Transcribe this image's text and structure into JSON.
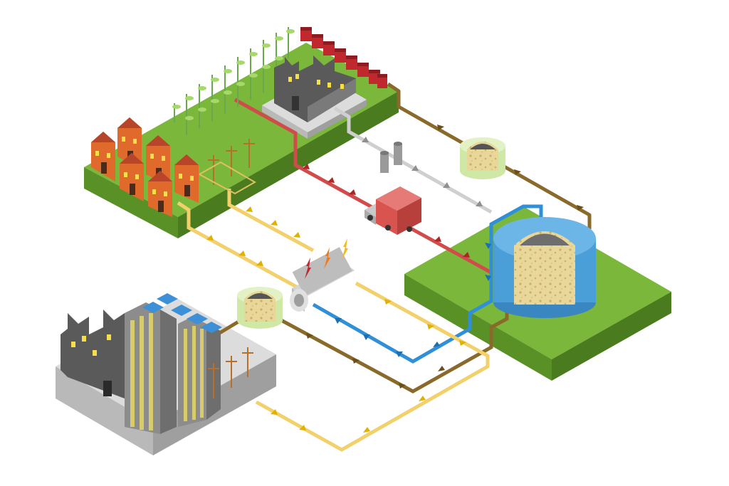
{
  "diagram": {
    "kind": "isometric-biogas-energy-cycle",
    "colors": {
      "background": "#ffffff",
      "grass_top": "#7ab73a",
      "grass_left": "#5a9127",
      "grass_right": "#4a7c1f",
      "concrete_top": "#dcdcdc",
      "concrete_left": "#b9b9b9",
      "concrete_right": "#9f9f9f",
      "house_wall": "#e06a2c",
      "house_roof": "#b7452a",
      "window": "#f6e04a",
      "crop_stem": "#6aa84f",
      "crop_leaf": "#a6d96a",
      "factory_dark": "#5a5a5a",
      "factory_mid": "#7a7a7a",
      "tower_blue": "#3d8fd6",
      "tower_face": "#8c8c8c",
      "biomass": "#e9d79a",
      "biomass_spot": "#c9b06a",
      "tank_blue": "#4a9fd8",
      "tank_ring": "#cfe8a6",
      "truck_red": "#d9534f",
      "generator_grey": "#bdbdbd",
      "bolt_orange": "#f07a1a",
      "pipe_yellow": "#f2d06b",
      "pipe_brown": "#8a6a2a",
      "pipe_blue": "#2f8fd8",
      "pipe_red": "#d24b4b",
      "pipe_grey": "#cfcfcf",
      "arrow_yellow": "#e0b100",
      "arrow_brown": "#6b4f1a",
      "arrow_blue": "#1b6fb3",
      "arrow_red": "#b02525",
      "arrow_grey": "#8f8f8f"
    },
    "nodes": [
      {
        "id": "village-farm",
        "icon": "village-farm-icon"
      },
      {
        "id": "livestock-barns",
        "icon": "barn-icon"
      },
      {
        "id": "crop-field",
        "icon": "corn-icon"
      },
      {
        "id": "factory-top",
        "icon": "factory-icon"
      },
      {
        "id": "biogas-digester",
        "icon": "digester-tank-icon"
      },
      {
        "id": "small-storage-tank-top",
        "icon": "storage-tank-icon"
      },
      {
        "id": "small-storage-tank-left",
        "icon": "storage-tank-icon"
      },
      {
        "id": "generator",
        "icon": "generator-icon"
      },
      {
        "id": "transport-truck",
        "icon": "truck-icon"
      },
      {
        "id": "exhaust-stacks",
        "icon": "chimney-icon"
      },
      {
        "id": "industrial-city",
        "icon": "city-icon"
      }
    ],
    "flows": [
      {
        "id": "flow-red-waste",
        "color": "pipe_red",
        "from": "village-farm",
        "to": "biogas-digester"
      },
      {
        "id": "flow-grey-exhaust",
        "color": "pipe_grey",
        "from": "factory-top",
        "to": "biogas-digester"
      },
      {
        "id": "flow-brown-top",
        "color": "pipe_brown",
        "from": "livestock-barns",
        "to": "biogas-digester"
      },
      {
        "id": "flow-blue-gas",
        "color": "pipe_blue",
        "from": "biogas-digester",
        "to": "generator"
      },
      {
        "id": "flow-brown-bottom",
        "color": "pipe_brown",
        "from": "biogas-digester",
        "to": "small-storage-tank-left"
      },
      {
        "id": "flow-yellow-power-village",
        "color": "pipe_yellow",
        "from": "generator",
        "to": "village-farm"
      },
      {
        "id": "flow-yellow-power-city",
        "color": "pipe_yellow",
        "from": "generator",
        "to": "industrial-city"
      }
    ]
  }
}
